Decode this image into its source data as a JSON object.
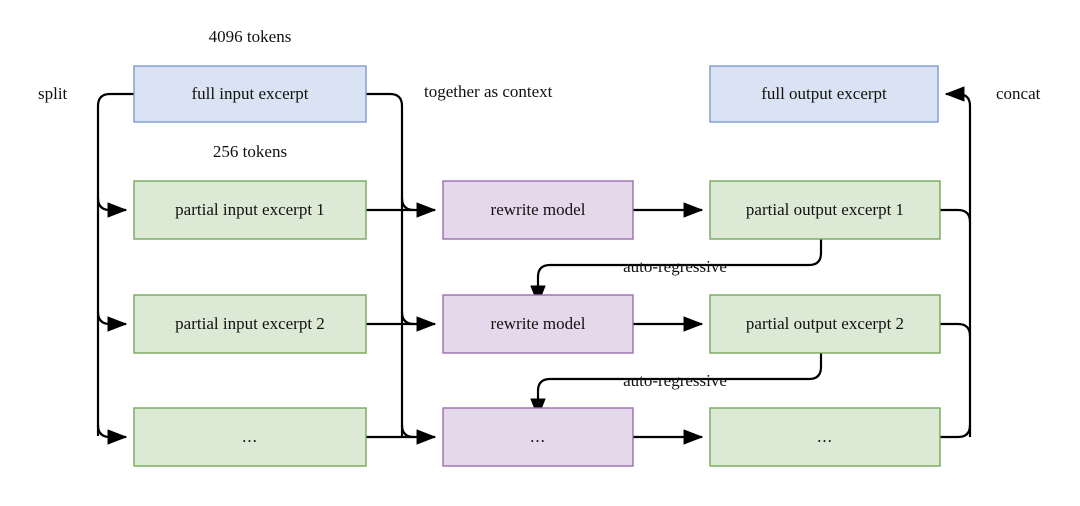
{
  "diagram": {
    "type": "flowchart",
    "title": "",
    "colors": {
      "blue_fill": "#dae3f3",
      "blue_stroke": "#7c9ad0",
      "green_fill": "#dce9d5",
      "green_stroke": "#76a85c",
      "purple_fill": "#e5d8ea",
      "purple_stroke": "#9b6fae",
      "line": "#000000",
      "text": "#111111",
      "background": "#ffffff"
    },
    "captions": {
      "input_tokens": "4096 tokens",
      "chunk_tokens": "256 tokens"
    },
    "edge_labels": {
      "split": "split",
      "context": "together as context",
      "concat": "concat",
      "auto_regressive_1": "auto-regressive",
      "auto_regressive_2": "auto-regressive"
    },
    "nodes": {
      "full_input": "full input excerpt",
      "full_output": "full output excerpt",
      "input_chunks": [
        "partial input excerpt 1",
        "partial input excerpt 2",
        "..."
      ],
      "models": [
        "rewrite model",
        "rewrite model",
        "..."
      ],
      "output_chunks": [
        "partial output excerpt 1",
        "partial output excerpt 2",
        "..."
      ]
    }
  }
}
